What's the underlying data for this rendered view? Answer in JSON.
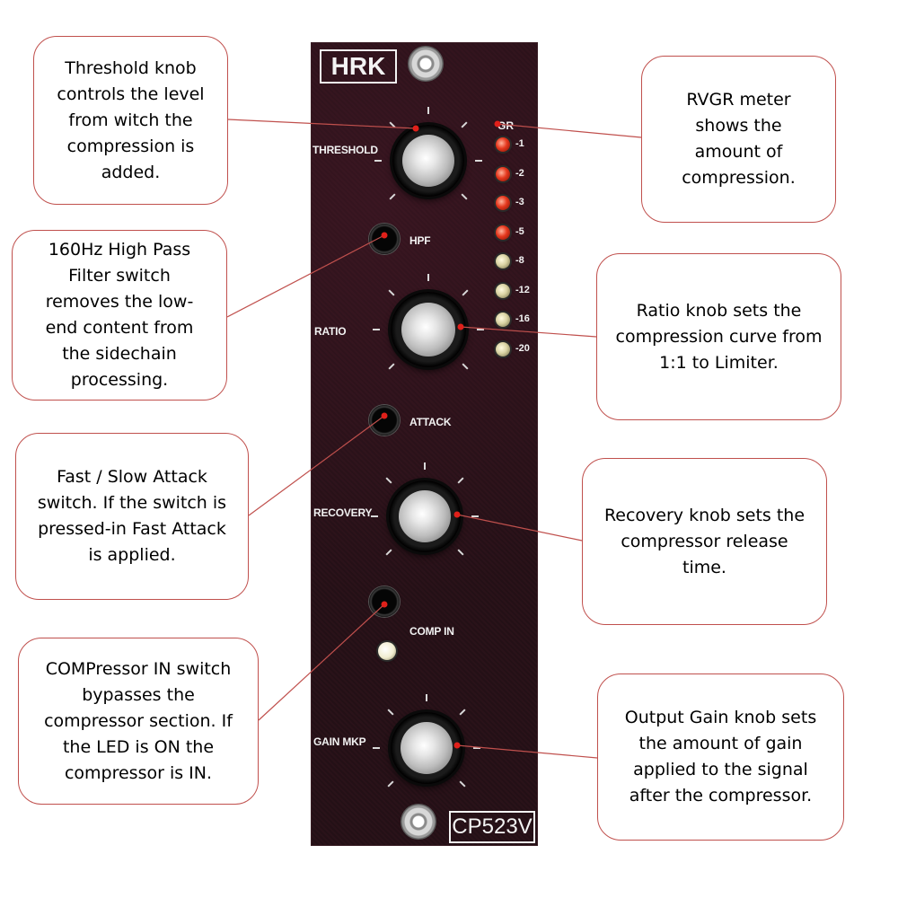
{
  "colors": {
    "callout_border": "#c0504d",
    "connector": "#c0504d",
    "panel": "#261218",
    "led_red": "#e5371d",
    "led_yellow": "#d9d3a3",
    "comp_led": "#f1edd0"
  },
  "module": {
    "brand": "HRK",
    "model": "CP523V",
    "labels": {
      "threshold": "THRESHOLD",
      "hpf": "HPF",
      "ratio": "RATIO",
      "attack": "ATTACK",
      "recovery": "RECOVERY",
      "comp_in": "COMP IN",
      "gain": "GAIN MKP"
    },
    "meter": {
      "title": "GR",
      "leds": [
        {
          "label": "-1",
          "color": "red"
        },
        {
          "label": "-2",
          "color": "red"
        },
        {
          "label": "-3",
          "color": "red"
        },
        {
          "label": "-5",
          "color": "red"
        },
        {
          "label": "-8",
          "color": "yellow"
        },
        {
          "label": "-12",
          "color": "yellow"
        },
        {
          "label": "-16",
          "color": "yellow"
        },
        {
          "label": "-20",
          "color": "yellow"
        }
      ]
    }
  },
  "callouts": {
    "threshold": [
      "Threshold knob",
      "controls the level",
      "from witch the",
      "compression is",
      "added."
    ],
    "hpf": [
      "160Hz High Pass",
      "Filter switch",
      "removes the low-",
      "end content from",
      "the sidechain",
      "processing."
    ],
    "attack": [
      "Fast / Slow Attack",
      "switch. If the switch is",
      "pressed-in Fast Attack",
      "is applied."
    ],
    "comp_in": [
      "COMPressor IN switch",
      "bypasses the",
      "compressor section. If",
      "the LED is ON the",
      "compressor is IN."
    ],
    "meter": [
      "RVGR meter",
      "shows the",
      "amount of",
      "compression."
    ],
    "ratio": [
      "Ratio knob sets the",
      "compression curve from",
      "1:1 to Limiter."
    ],
    "recovery": [
      "Recovery knob sets the",
      "compressor release",
      "time."
    ],
    "gain": [
      "Output Gain knob sets",
      "the amount of gain",
      "applied to the signal",
      "after the compressor."
    ]
  }
}
